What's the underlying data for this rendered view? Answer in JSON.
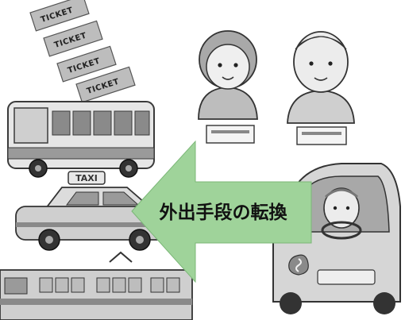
{
  "tickets": {
    "text": "TICKET"
  },
  "taxi": {
    "sign": "TAXI"
  },
  "arrow": {
    "label": "外出手段の転換",
    "color": "#9fd39a"
  }
}
